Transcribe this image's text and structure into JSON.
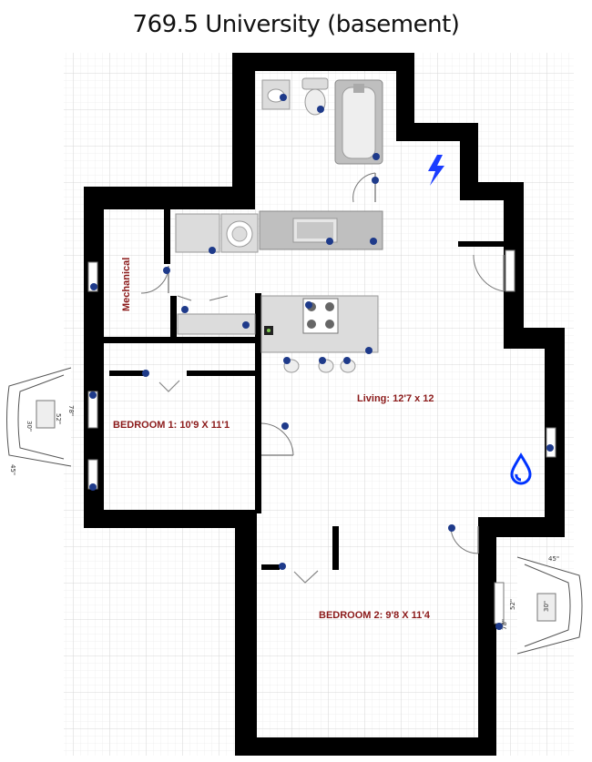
{
  "title": "769.5 University (basement)",
  "rooms": {
    "mechanical": "Mechanical",
    "living": "Living: 12'7 x 12",
    "bedroom1": "BEDROOM 1: 10'9 X 11'1",
    "bedroom2": "BEDROOM 2: 9'8 X 11'4"
  },
  "window_wells": {
    "left": {
      "d1": "78\"",
      "d2": "52\"",
      "d3": "30\"",
      "d4": "45\""
    },
    "right": {
      "d1": "45\"",
      "d2": "52\"",
      "d3": "30\"",
      "d4": "78\""
    }
  },
  "icons": {
    "electric": "lightning-icon",
    "water": "water-drop-icon",
    "info": "info-icon"
  },
  "colors": {
    "wall": "#000000",
    "label": "#8b1a1a",
    "grid": "#d8d8d8",
    "info": "#1e3a8a",
    "water": "#0033ff",
    "electric": "#1a3cff"
  }
}
